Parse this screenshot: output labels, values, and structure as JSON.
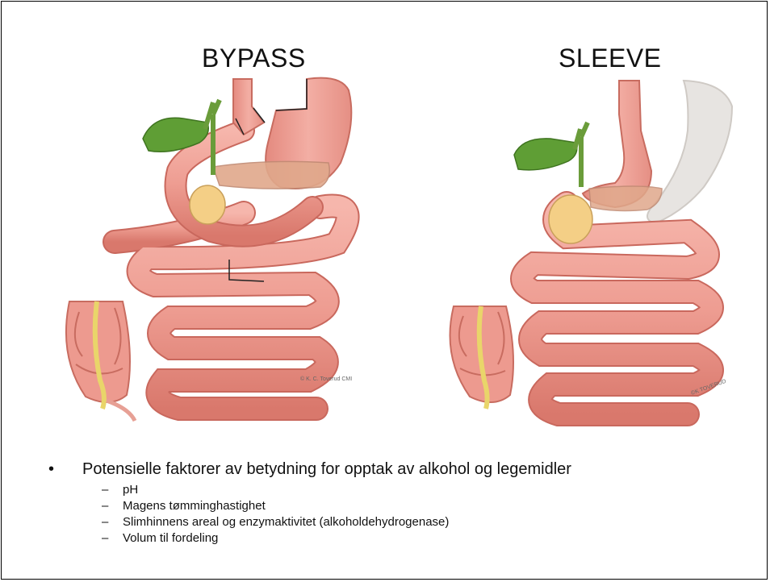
{
  "titles": {
    "left": "BYPASS",
    "right": "SLEEVE"
  },
  "credits": {
    "left": "© K. C. Toverud CMI",
    "right": "©K TOVERUD"
  },
  "bullet": {
    "marker": "•",
    "main": "Potensielle faktorer av betydning for opptak av alkohol og legemidler",
    "sub_marker": "–",
    "sub": [
      "pH",
      "Magens tømminghastighet",
      "Slimhinnens areal og enzymaktivitet (alkoholdehydrogenase)",
      "Volum til fordeling"
    ]
  },
  "colors": {
    "intestine": "#ef9f95",
    "intestine_edge": "#c9685d",
    "gallbladder": "#5f9e35",
    "pancreas": "#e0a88b",
    "liver_head": "#f4cf86",
    "colon_fat": "#e9d56a",
    "removed_stomach": "#e7e4e1",
    "staples": "#222222"
  }
}
